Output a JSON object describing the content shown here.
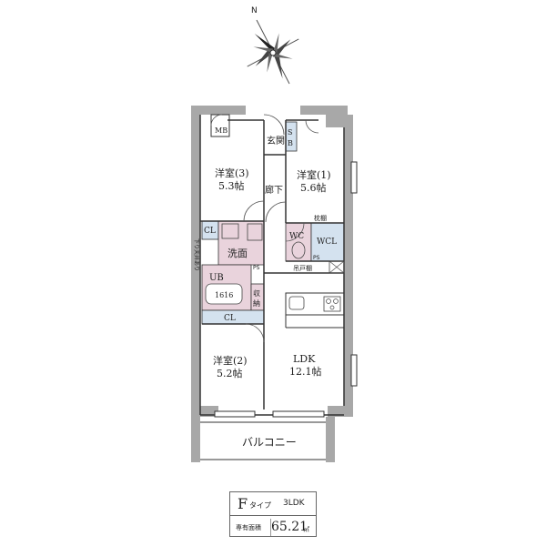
{
  "compass": {
    "north": "N"
  },
  "rooms": {
    "mb": "MB",
    "genkan": "玄関",
    "sb_s": "S",
    "sb_b": "B",
    "youshitsu3_name": "洋室(3)",
    "youshitsu3_size": "5.3帖",
    "youshitsu1_name": "洋室(1)",
    "youshitsu1_size": "5.6帖",
    "rouka": "廊下",
    "cl_left": "CL",
    "senmen": "洗面",
    "wc": "WC",
    "wcl": "WCL",
    "makura": "枕棚",
    "ps_left": "PS",
    "ps_right": "PS",
    "tsuritodana": "吊戸棚",
    "ub": "UB",
    "ub_size": "1616",
    "shuno_1": "収",
    "shuno_2": "納",
    "cl_bottom": "CL",
    "youshitsu2_name": "洋室(2)",
    "youshitsu2_size": "5.2帖",
    "ldk_name": "LDK",
    "ldk_size": "12.1帖",
    "balcony": "バルコニー",
    "sagari": "下り天井あり"
  },
  "spec": {
    "type_letter": "F",
    "type_suffix": "タイプ",
    "layout": "3LDK",
    "area_label": "専有面積",
    "area_value": "65.21",
    "area_unit": "㎡"
  },
  "colors": {
    "wall": "#a8a8a8",
    "pink": "#e9d3dc",
    "blue": "#d4e2ef",
    "line": "#333333"
  }
}
